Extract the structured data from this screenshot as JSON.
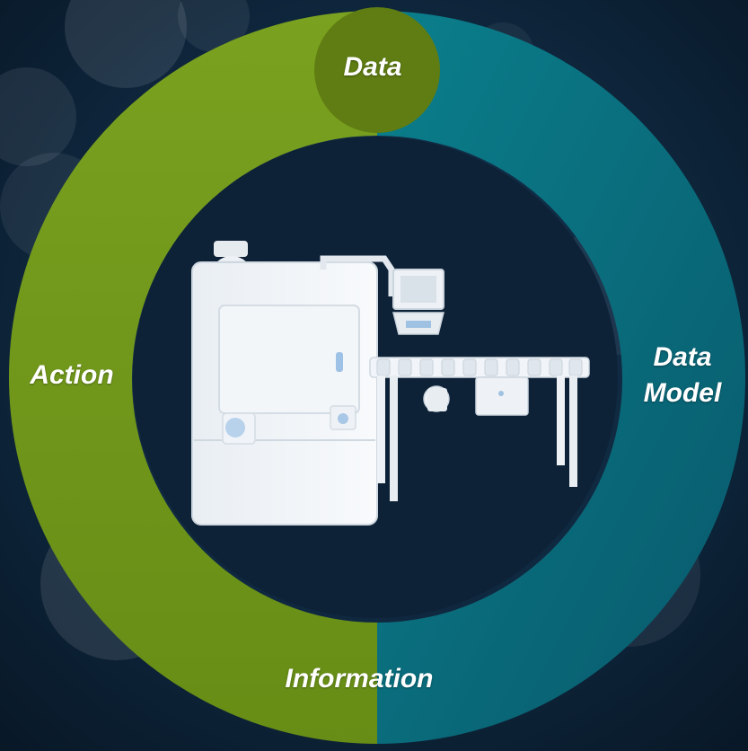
{
  "cycle": {
    "nodes": [
      {
        "id": "data",
        "lines": [
          "Data"
        ]
      },
      {
        "id": "data-model",
        "lines": [
          "Data",
          "Model"
        ]
      },
      {
        "id": "information",
        "lines": [
          "Information"
        ]
      },
      {
        "id": "action",
        "lines": [
          "Action"
        ]
      }
    ]
  },
  "colors": {
    "background": "#0c1f33",
    "ring_green": "#6f9417",
    "ring_teal": "#0a6e7e",
    "node_green": "#5f7d12",
    "label_text": "#ffffff"
  },
  "center_illustration": "machine-with-roller-conveyor-and-control-panel"
}
